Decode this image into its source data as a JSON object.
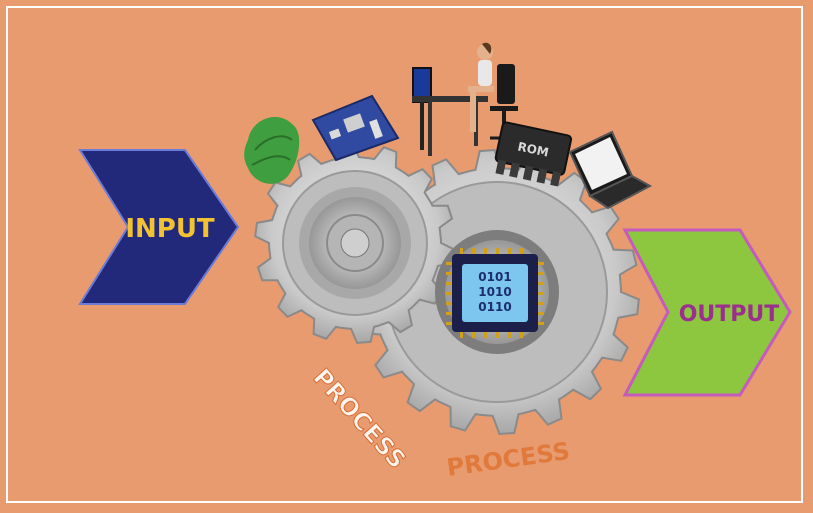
{
  "diagram": {
    "input_label": "INPUT",
    "output_label": "OUTPUT",
    "process_label_1": "PROCESS",
    "process_label_2": "PROCESS",
    "chip_lines": [
      "0101",
      "1010",
      "0110"
    ],
    "rom_label": "ROM",
    "colors": {
      "background": "#e89b6e",
      "frame": "#ffffff",
      "input_arrow": "#23297a",
      "input_text": "#f2c230",
      "output_arrow": "#8dc63f",
      "output_border": "#c45bbd",
      "output_text": "#9a2f8f",
      "process_text": "#d96a2e",
      "gear": "#cfcfcf"
    },
    "icons": [
      "leaf-icon",
      "motherboard-icon",
      "computer-user-icon",
      "rom-chip-icon",
      "laptop-icon",
      "cpu-chip-icon"
    ]
  }
}
